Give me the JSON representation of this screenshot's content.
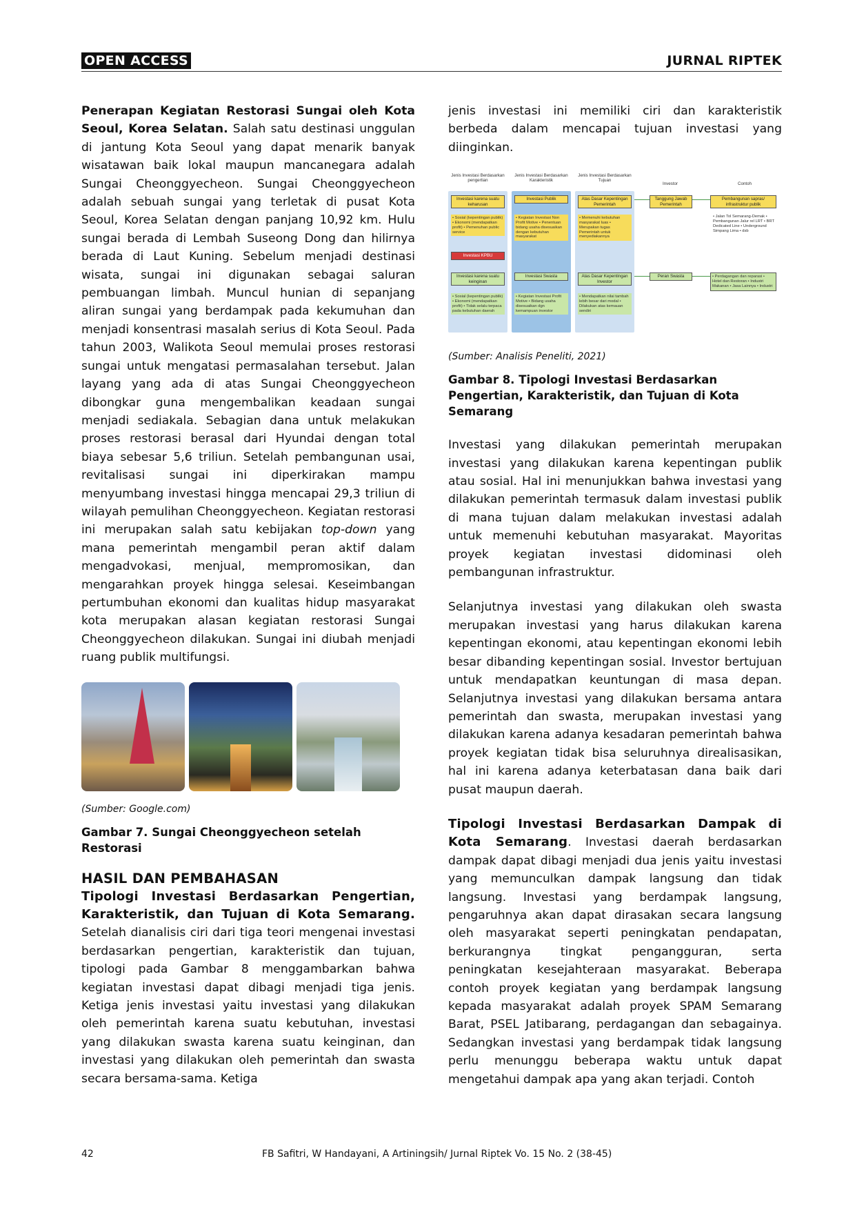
{
  "header": {
    "left": "OPEN ACCESS",
    "right": "JURNAL RIPTEK"
  },
  "left": {
    "p1_head": "Penerapan Kegiatan Restorasi Sungai oleh Kota Seoul, Korea Selatan.",
    "p1_text": " Salah satu destinasi unggulan di jantung Kota Seoul yang dapat menarik banyak wisatawan baik lokal maupun mancanegara adalah Sungai Cheonggyecheon. Sungai Cheonggyecheon adalah sebuah sungai yang terletak di pusat Kota Seoul, Korea Selatan dengan panjang 10,92 km. Hulu sungai berada di Lembah Suseong Dong dan hilirnya berada di Laut Kuning. Sebelum menjadi destinasi wisata, sungai ini digunakan sebagai saluran pembuangan limbah. Muncul hunian di sepanjang aliran sungai yang berdampak pada kekumuhan dan menjadi konsentrasi masalah serius di Kota Seoul. Pada tahun 2003, Walikota Seoul memulai proses restorasi sungai untuk mengatasi permasalahan tersebut. Jalan layang yang ada di atas Sungai Cheonggyecheon dibongkar guna mengembalikan keadaan sungai menjadi sediakala. Sebagian dana untuk melakukan proses restorasi berasal dari Hyundai dengan total biaya sebesar 5,6 triliun. Setelah pembangunan usai, revitalisasi sungai ini diperkirakan mampu menyumbang investasi hingga mencapai 29,3 triliun di wilayah pemulihan Cheonggyecheon. Kegiatan restorasi ini merupakan salah satu kebijakan ",
    "p1_italic": "top-down",
    "p1_text2": " yang mana pemerintah mengambil peran aktif dalam mengadvokasi, menjual, mempromosikan, dan mengarahkan proyek hingga selesai. Keseimbangan pertumbuhan ekonomi dan kualitas hidup masyarakat kota merupakan alasan kegiatan restorasi Sungai Cheonggyecheon dilakukan. Sungai ini diubah menjadi ruang publik multifungsi.",
    "fig7_source": "(Sumber: Google.com)",
    "fig7_caption": "Gambar 7. Sungai Cheonggyecheon setelah Restorasi",
    "section": "HASIL DAN PEMBAHASAN",
    "p2_head": "Tipologi Investasi Berdasarkan Pengertian, Karakteristik, dan Tujuan di Kota Semarang.",
    "p2_text": " Setelah dianalisis ciri dari tiga teori mengenai investasi berdasarkan pengertian, karakteristik dan tujuan, tipologi pada Gambar 8 menggambarkan bahwa kegiatan investasi dapat dibagi menjadi tiga jenis. Ketiga jenis investasi yaitu investasi yang dilakukan oleh pemerintah karena suatu kebutuhan, investasi yang dilakukan swasta karena suatu keinginan, dan investasi yang dilakukan oleh pemerintah dan swasta secara bersama-sama. Ketiga"
  },
  "right": {
    "p0": "jenis investasi ini memiliki ciri dan karakteristik berbeda dalam mencapai tujuan investasi yang diinginkan.",
    "fig8_source": "(Sumber: Analisis Peneliti, 2021)",
    "fig8_caption": "Gambar 8. Tipologi Investasi Berdasarkan Pengertian, Karakteristik, dan Tujuan di Kota Semarang",
    "p1": "Investasi yang dilakukan pemerintah merupakan investasi yang dilakukan karena kepentingan publik atau sosial. Hal ini menunjukkan bahwa investasi yang dilakukan pemerintah termasuk dalam investasi publik di mana tujuan dalam melakukan investasi adalah untuk memenuhi kebutuhan masyarakat. Mayoritas proyek kegiatan investasi didominasi oleh pembangunan infrastruktur.",
    "p2": "Selanjutnya investasi yang dilakukan oleh swasta merupakan investasi yang harus dilakukan karena kepentingan ekonomi, atau kepentingan ekonomi lebih besar dibanding kepentingan sosial. Investor bertujuan untuk mendapatkan keuntungan di masa depan. Selanjutnya investasi yang dilakukan bersama antara pemerintah dan swasta, merupakan investasi yang dilakukan karena adanya kesadaran pemerintah bahwa proyek kegiatan tidak bisa seluruhnya direalisasikan, hal ini karena adanya keterbatasan dana baik dari pusat maupun daerah.",
    "p3_head": "Tipologi Investasi Berdasarkan Dampak di Kota Semarang",
    "p3_text": ". Investasi daerah berdasarkan dampak dapat dibagi menjadi dua jenis yaitu investasi yang memunculkan dampak langsung dan tidak langsung. Investasi yang berdampak langsung, pengaruhnya akan dapat dirasakan secara langsung oleh masyarakat seperti peningkatan pendapatan, berkurangnya tingkat pengangguran, serta peningkatan kesejahteraan masyarakat. Beberapa contoh proyek kegiatan yang berdampak langsung kepada masyarakat adalah proyek SPAM Semarang Barat, PSEL Jatibarang, perdagangan dan sebagainya. Sedangkan investasi yang berdampak tidak langsung perlu menunggu beberapa waktu untuk dapat mengetahui dampak apa yang akan terjadi. Contoh"
  },
  "diagram": {
    "h1": "Jenis Investasi Berdasarkan pengertian",
    "h2": "Jenis Investasi Berdasarkan Karakteristik",
    "h3": "Jenis Investasi Berdasarkan Tujuan",
    "h4": "Investor",
    "h5": "Contoh",
    "b_kebutuhan": "Investasi karena suatu keharusan",
    "b_publik": "Investasi Publik",
    "b_atas_pemerintah": "Atas Dasar Kepentingan Pemerintah",
    "b_tanggung": "Tanggung Jawab Pemerintah",
    "b_contoh1": "Pembangunan sapras/ infrastruktur publik",
    "l_sosial1": "• Sosial (kepentingan publik) • Ekonomi (mendapatkan profit) • Pemenuhan public service",
    "l_keg1": "• Kegiatan Investasi Non Profit Motive • Penentuan bidang usaha disesuaikan dengan kebutuhan masyarakat",
    "l_mem1": "• Memenuhi kebutuhan masyarakat luas • Merupakan tugas Pemerintah untuk menyediakannya",
    "l_contoh1": "• Jalan Tol Semarang-Demak • Pembangunan Jalur rel LRT • BRT Dedicated Line • Underground Simpang Lima • dsb",
    "b_kpbu": "Investasi KPBU",
    "b_keinginan": "Investasi karena suatu keinginan",
    "b_swasta": "Investasi Swasta",
    "b_atas_investor": "Atas Dasar Kepentingan Investor",
    "b_peran": "Peran Swasta",
    "l_contoh2": "• Perdagangan dan reparasi • Hotel dan Restoran • Industri Makanan • Jasa Lainnya • Industri",
    "l_sosial2": "• Sosial (kepentingan publik) • Ekonomi (mendapatkan profit) • Tidak selalu terpaca pada kebutuhan daerah",
    "l_keg2": "• Kegiatan Investasi Profit Motive • Bidang usaha disesuaikan dgn kemampuan investor",
    "l_mem2": "• Mendapatkan nilai tambah lebih besar dari modal • Dilakukan atas kemauan sendiri"
  },
  "footer": {
    "page": "42",
    "cite": "FB Safitri, W Handayani, A Artiningsih/ Jurnal Riptek Vo. 15 No. 2 (38-45)"
  }
}
